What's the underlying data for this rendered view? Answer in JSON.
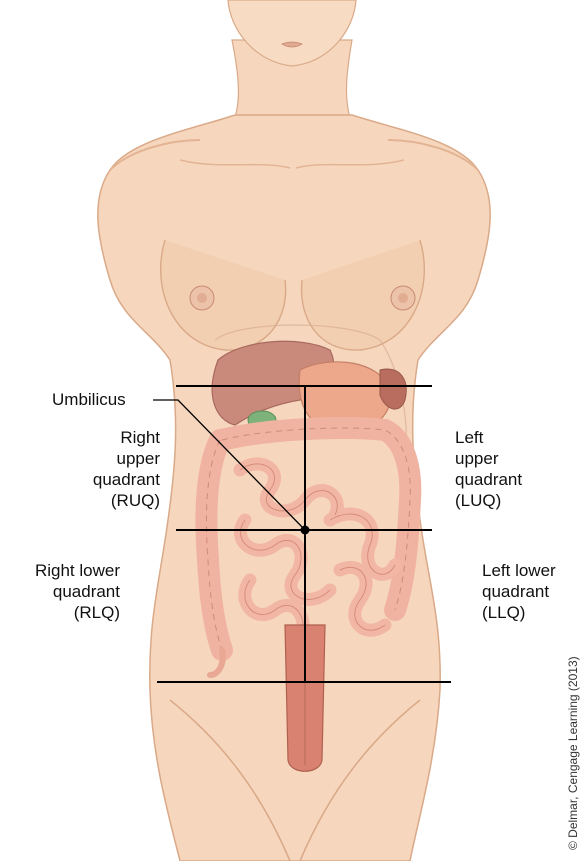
{
  "labels": {
    "umbilicus": "Umbilicus",
    "ruq": [
      "Right",
      "upper",
      "quadrant",
      "(RUQ)"
    ],
    "luq": [
      "Left",
      "upper",
      "quadrant",
      "(LUQ)"
    ],
    "rlq": [
      "Right lower",
      "quadrant",
      "(RLQ)"
    ],
    "llq": [
      "Left lower",
      "quadrant",
      "(LLQ)"
    ]
  },
  "credit": "© Delmar, Cengage Learning (2013)",
  "colors": {
    "skin": "#f6d7bd",
    "skin_shadow": "#e6b895",
    "liver": "#c98a7c",
    "stomach": "#eda88c",
    "colon": "#f1b3a1",
    "small_intestine": "#f2b6a4",
    "gallbladder": "#7db37a",
    "rectum": "#d98272",
    "lines": "#000000"
  }
}
